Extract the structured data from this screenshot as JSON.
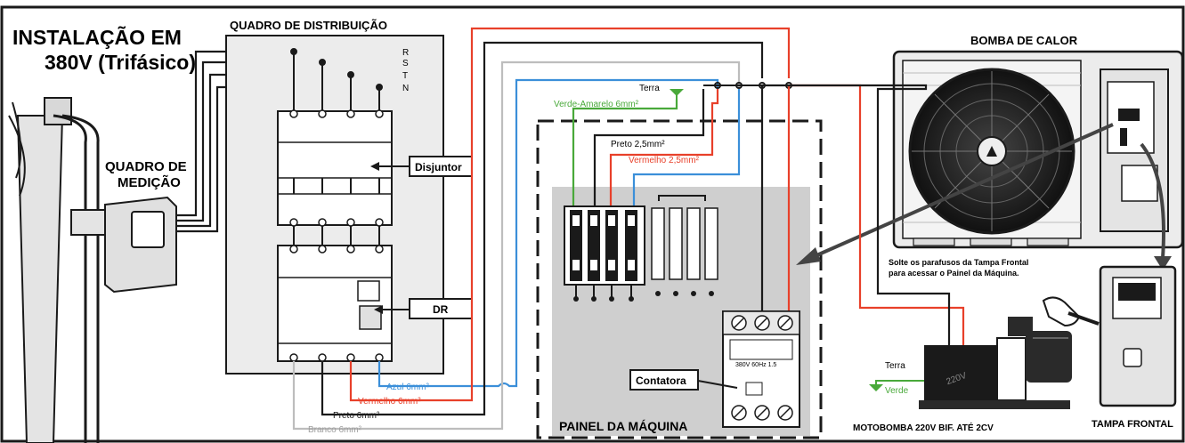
{
  "title": {
    "line1": "INSTALAÇÃO EM",
    "line2": "380V (Trifásico)"
  },
  "quadro_medicao": {
    "line1": "QUADRO DE",
    "line2": "MEDIÇÃO"
  },
  "quadro_distribuicao": {
    "label": "QUADRO DE DISTRIBUIÇÃO",
    "phases": [
      "R",
      "S",
      "T",
      "N"
    ],
    "disjuntor_label": "Disjuntor",
    "dr_label": "DR"
  },
  "cables": {
    "azul": "Azul 6mm²",
    "vermelho": "Vermelho 6mm²",
    "preto": "Preto 6mm²",
    "branco": "Branco 6mm²"
  },
  "painel": {
    "label": "PAINEL DA MÁQUINA",
    "terra": "Terra",
    "verde_amarelo": "Verde-Amarelo 6mm²",
    "preto": "Preto 2,5mm²",
    "vermelho": "Vermelho 2,5mm²",
    "contatora_label": "Contatora",
    "contator_spec": "380V 60Hz 1.5"
  },
  "bomba": {
    "label": "BOMBA DE CALOR",
    "instruction_line1": "Solte os parafusos da Tampa Frontal",
    "instruction_line2": "para acessar o Painel da Máquina."
  },
  "motobomba": {
    "label": "MOTOBOMBA 220V BIF. ATÉ 2CV",
    "terra": "Terra",
    "verde": "Verde",
    "motor_text": "220V"
  },
  "tampa": {
    "label": "TAMPA FRONTAL"
  },
  "colors": {
    "red": "#e8402a",
    "blue": "#3b8fd9",
    "green": "#49a93a",
    "black": "#1a1a1a",
    "gray_wire": "#bdbdbd",
    "panel_fill": "#cfcfcf",
    "box_fill": "#ececec"
  }
}
